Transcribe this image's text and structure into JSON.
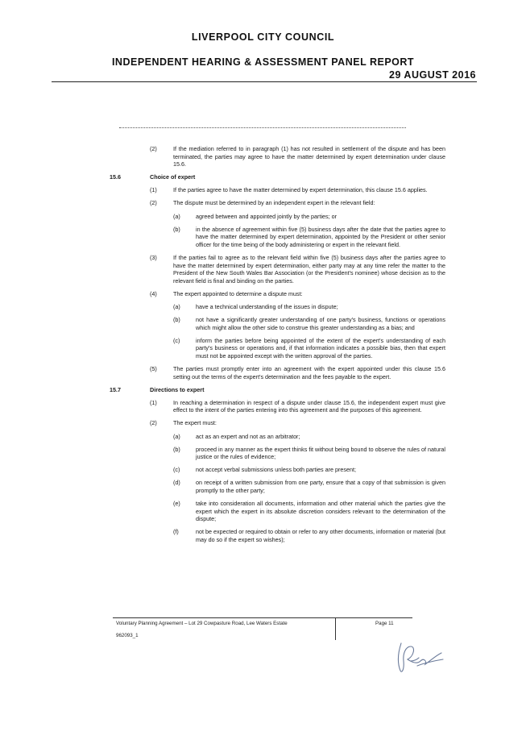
{
  "header": {
    "council": "LIVERPOOL CITY COUNCIL",
    "report": "INDEPENDENT HEARING & ASSESSMENT PANEL REPORT",
    "date": "29 AUGUST 2016"
  },
  "rows": [
    {
      "level": 1,
      "num": "(2)",
      "text": "If the mediation referred to in paragraph (1) has not resulted in settlement of the dispute and has been terminated, the parties may agree to have the matter determined by expert determination under clause 15.6."
    },
    {
      "level": 0,
      "num": "15.6",
      "text": "Choice of expert"
    },
    {
      "level": 1,
      "num": "(1)",
      "text": "If the parties agree to have the matter determined by expert determination, this clause 15.6 applies."
    },
    {
      "level": 1,
      "num": "(2)",
      "text": "The dispute must be determined by an independent expert in the relevant field:"
    },
    {
      "level": 2,
      "num": "(a)",
      "text": "agreed between and appointed jointly by the parties; or"
    },
    {
      "level": 2,
      "num": "(b)",
      "text": "in the absence of agreement within five (5) business days after the date that the parties agree to have the matter determined by expert determination, appointed by the President or other senior officer for the time being of the body administering or expert in the relevant field."
    },
    {
      "level": 1,
      "num": "(3)",
      "text": "If the parties fail to agree as to the relevant field within five (5) business days after the parties agree to have the matter determined by expert determination, either party may at any time refer the matter to the President of the New South Wales Bar Association (or the President's nominee) whose decision as to the relevant field is final and binding on the parties."
    },
    {
      "level": 1,
      "num": "(4)",
      "text": "The expert appointed to determine a dispute must:"
    },
    {
      "level": 2,
      "num": "(a)",
      "text": "have a technical understanding of the issues in dispute;"
    },
    {
      "level": 2,
      "num": "(b)",
      "text": "not have a significantly greater understanding of one party's business, functions or operations which might allow the other side to construe this greater understanding as a bias; and"
    },
    {
      "level": 2,
      "num": "(c)",
      "text": "inform the parties before being appointed of the extent of the expert's understanding of each party's business or operations and, if that information indicates a possible bias, then that expert must not be appointed except with the written approval of the parties."
    },
    {
      "level": 1,
      "num": "(5)",
      "text": "The parties must promptly enter into an agreement with the expert appointed under this clause 15.6 setting out the terms of the expert's determination and the fees payable to the expert."
    },
    {
      "level": 0,
      "num": "15.7",
      "text": "Directions to expert"
    },
    {
      "level": 1,
      "num": "(1)",
      "text": "In reaching a determination in respect of a dispute under clause 15.6, the independent expert must give effect to the intent of the parties entering into this agreement and the purposes of this agreement."
    },
    {
      "level": 1,
      "num": "(2)",
      "text": "The expert must:"
    },
    {
      "level": 2,
      "num": "(a)",
      "text": "act as an expert and not as an arbitrator;"
    },
    {
      "level": 2,
      "num": "(b)",
      "text": "proceed in any manner as the expert thinks fit without being bound to observe the rules of natural justice or the rules of evidence;"
    },
    {
      "level": 2,
      "num": "(c)",
      "text": "not accept verbal submissions unless both parties are present;"
    },
    {
      "level": 2,
      "num": "(d)",
      "text": "on receipt of a written submission from one party, ensure that a copy of that submission is given promptly to the other party;"
    },
    {
      "level": 2,
      "num": "(e)",
      "text": "take into consideration all documents, information and other material which the parties give the expert which the expert in its absolute discretion considers relevant to the determination of the dispute;"
    },
    {
      "level": 2,
      "num": "(f)",
      "text": "not be expected or required to obtain or refer to any other documents, information or material (but may do so if the expert so wishes);"
    }
  ],
  "footer": {
    "title": "Voluntary Planning Agreement – Lot 29 Cowpasture Road, Lee Waters Estate",
    "page": "Page 11",
    "ref": "962093_1"
  }
}
